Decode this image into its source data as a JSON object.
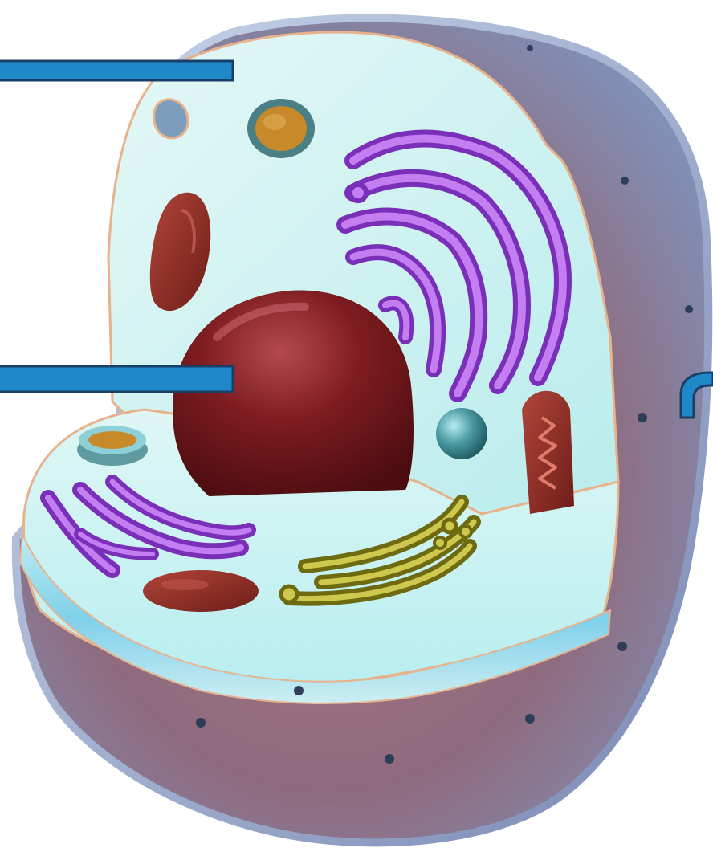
{
  "figure": {
    "organelles": [
      "cell-membrane",
      "cytoplasm",
      "nucleus",
      "rough-endoplasmic-reticulum",
      "golgi-apparatus",
      "mitochondrion",
      "lysosome",
      "vesicle",
      "centriole",
      "membrane-pore"
    ]
  },
  "colors": {
    "outer_shell": "#9a6f7c",
    "shell_edge": "#7f8fb5",
    "cytoplasm": "#d3f2f0",
    "cytoplasm_shade": "#a6e4e6",
    "membrane_outline": "#e7b28c",
    "nucleus": "#7a1a1c",
    "nucleus_highlight": "#b8454a",
    "er": "#8a3bc7",
    "er_light": "#c07bf0",
    "golgi": "#a09a20",
    "golgi_light": "#d0c850",
    "mitochondrion": "#8c2a22",
    "lysosome": "#3f8a92",
    "vesicle_outer": "#4a7f86",
    "vesicle_inner": "#c8892a",
    "label_line": "#1f88c9",
    "label_line_dark": "#1a5f8f"
  }
}
